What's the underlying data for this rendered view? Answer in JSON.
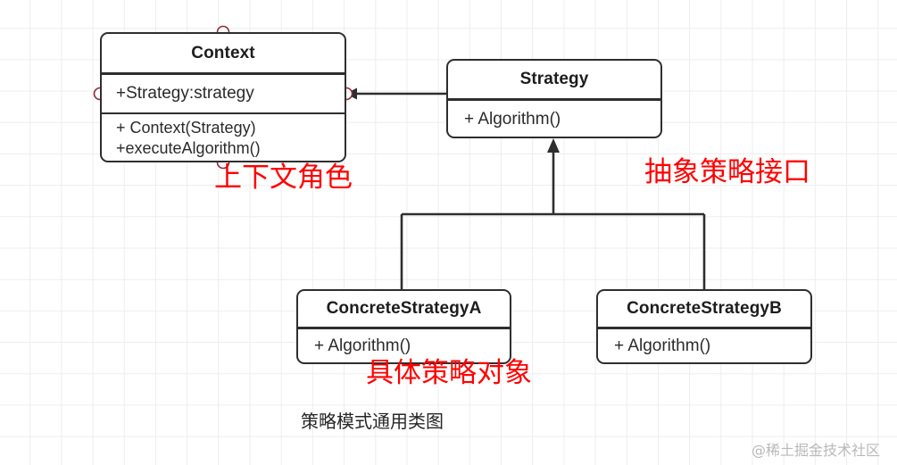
{
  "diagram": {
    "caption": "策略模式通用类图",
    "watermark": "@稀土掘金技术社区",
    "colors": {
      "box_border": "#2e2e2e",
      "connector": "#8b2b3a",
      "annotation_red": "#ff0000",
      "grid": "#ededed",
      "background": "#ffffff"
    },
    "classes": {
      "context": {
        "name": "Context",
        "attributes": [
          "+Strategy:strategy"
        ],
        "operations": [
          "+ Context(Strategy)",
          "+executeAlgorithm()"
        ]
      },
      "strategy": {
        "name": "Strategy",
        "operations": [
          "+ Algorithm()"
        ]
      },
      "concrete_a": {
        "name": "ConcreteStrategyA",
        "operations": [
          "+ Algorithm()"
        ]
      },
      "concrete_b": {
        "name": "ConcreteStrategyB",
        "operations": [
          "+ Algorithm()"
        ]
      }
    },
    "annotations": {
      "context_role": "上下文角色",
      "abstract_strategy": "抽象策略接口",
      "concrete_strategy": "具体策略对象"
    },
    "relations": [
      {
        "from": "Strategy",
        "to": "Context",
        "type": "association",
        "arrow": "filled-triangle-left"
      },
      {
        "from": "ConcreteStrategyA",
        "to": "Strategy",
        "type": "generalization",
        "arrow": "filled-triangle-up"
      },
      {
        "from": "ConcreteStrategyB",
        "to": "Strategy",
        "type": "generalization",
        "arrow": "filled-triangle-up"
      }
    ]
  }
}
